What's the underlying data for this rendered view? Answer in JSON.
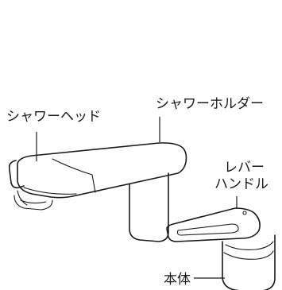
{
  "labels": {
    "shower_head": "シャワーヘッド",
    "shower_holder": "シャワーホルダー",
    "lever_handle_line1": "レバー",
    "lever_handle_line2": "ハンドル",
    "body": "本体"
  },
  "colors": {
    "line": "#1a1a1a",
    "background": "#ffffff"
  }
}
